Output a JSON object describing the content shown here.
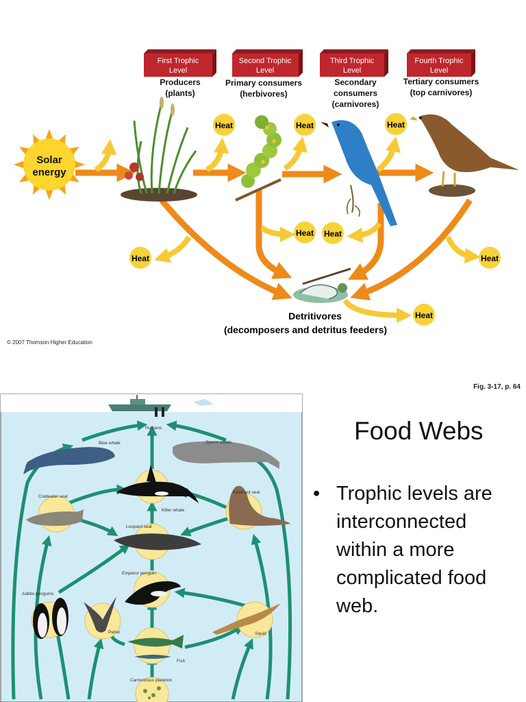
{
  "energy_flow": {
    "levels": [
      {
        "tag": [
          "First Trophic",
          "Level"
        ],
        "label": [
          "Producers",
          "(plants)"
        ]
      },
      {
        "tag": [
          "Second Trophic",
          "Level"
        ],
        "label": [
          "Primary consumers",
          "(herbivores)"
        ]
      },
      {
        "tag": [
          "Third Trophic",
          "Level"
        ],
        "label": [
          "Secondary",
          "consumers",
          "(carnivores)"
        ]
      },
      {
        "tag": [
          "Fourth Trophic",
          "Level"
        ],
        "label": [
          "Tertiary consumers",
          "(top carnivores)"
        ]
      }
    ],
    "sun_label": [
      "Solar",
      "energy"
    ],
    "heat_label": "Heat",
    "detritivores": [
      "Detritivores",
      "(decomposers and detritus feeders)"
    ],
    "credit": "© 2007 Thomson Higher Education",
    "fig_ref": "Fig. 3-17, p. 64",
    "colors": {
      "tag": "#c0272d",
      "arrow": "#ee8a1a",
      "heat": "#f7d23a",
      "sun": "#ffd52e"
    }
  },
  "food_web": {
    "title": "Food Webs",
    "bullet": "Trophic levels are interconnected within a more complicated food web.",
    "organisms": {
      "humans": "Humans",
      "blue_whale": "Blue whale",
      "sperm_whale": "Sperm whale",
      "crabeater_seal": "Crabeater seal",
      "killer_whale": "Killer whale",
      "elephant_seal": "Elephant seal",
      "leopard_seal": "Leopard seal",
      "emperor_penguin": "Emperor penguin",
      "adelie_penguins": "Adélie penguins",
      "petrel": "Petrel",
      "squid": "Squid",
      "fish": "Fish",
      "carnivorous_plankton": "Carnivorous plankton"
    },
    "colors": {
      "water": "#d2ecf6",
      "arrow": "#1e8f73",
      "circle": "#f9e79a"
    }
  }
}
